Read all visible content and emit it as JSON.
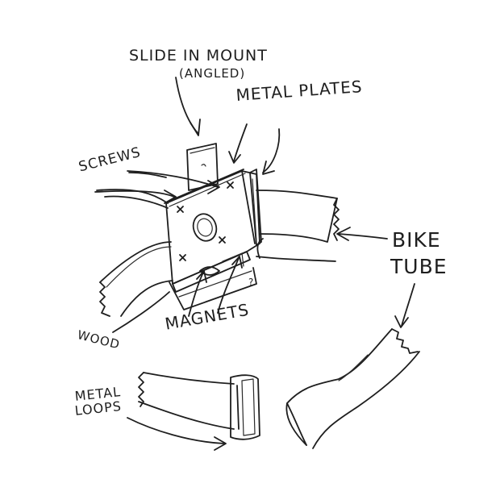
{
  "labels": {
    "slide_in_mount": "SLIDE IN MOUNT",
    "angled": "(ANGLED)",
    "metal_plates": "METAL PLATES",
    "screws": "SCREWS",
    "bike": "BIKE",
    "tube": "TUBE",
    "magnets": "MAGNETS",
    "wood": "WOOD",
    "metal": "METAL",
    "loops": "LOOPS",
    "question_mark": "?"
  },
  "icons": {
    "screw_mark": "x-cross-icon",
    "arrow": "arrow-icon"
  },
  "colors": {
    "ink": "#1e1e1e",
    "paper": "#ffffff"
  }
}
